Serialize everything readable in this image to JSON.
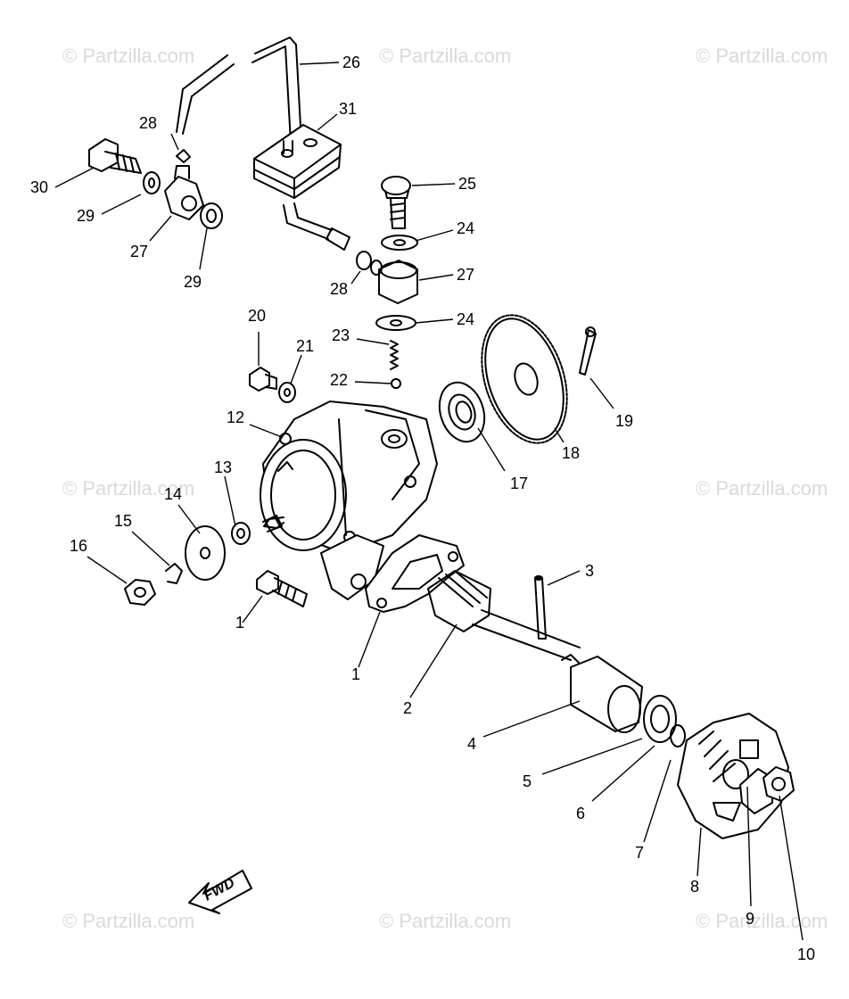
{
  "watermark": "© Partzilla.com",
  "fwd_label": "FWD",
  "callouts": [
    "26",
    "31",
    "28",
    "30",
    "29",
    "27",
    "29",
    "25",
    "24",
    "28",
    "27",
    "24",
    "20",
    "21",
    "23",
    "22",
    "19",
    "12",
    "18",
    "17",
    "13",
    "14",
    "15",
    "16",
    "3",
    "1",
    "1",
    "2",
    "4",
    "5",
    "6",
    "7",
    "8",
    "9",
    "10"
  ]
}
